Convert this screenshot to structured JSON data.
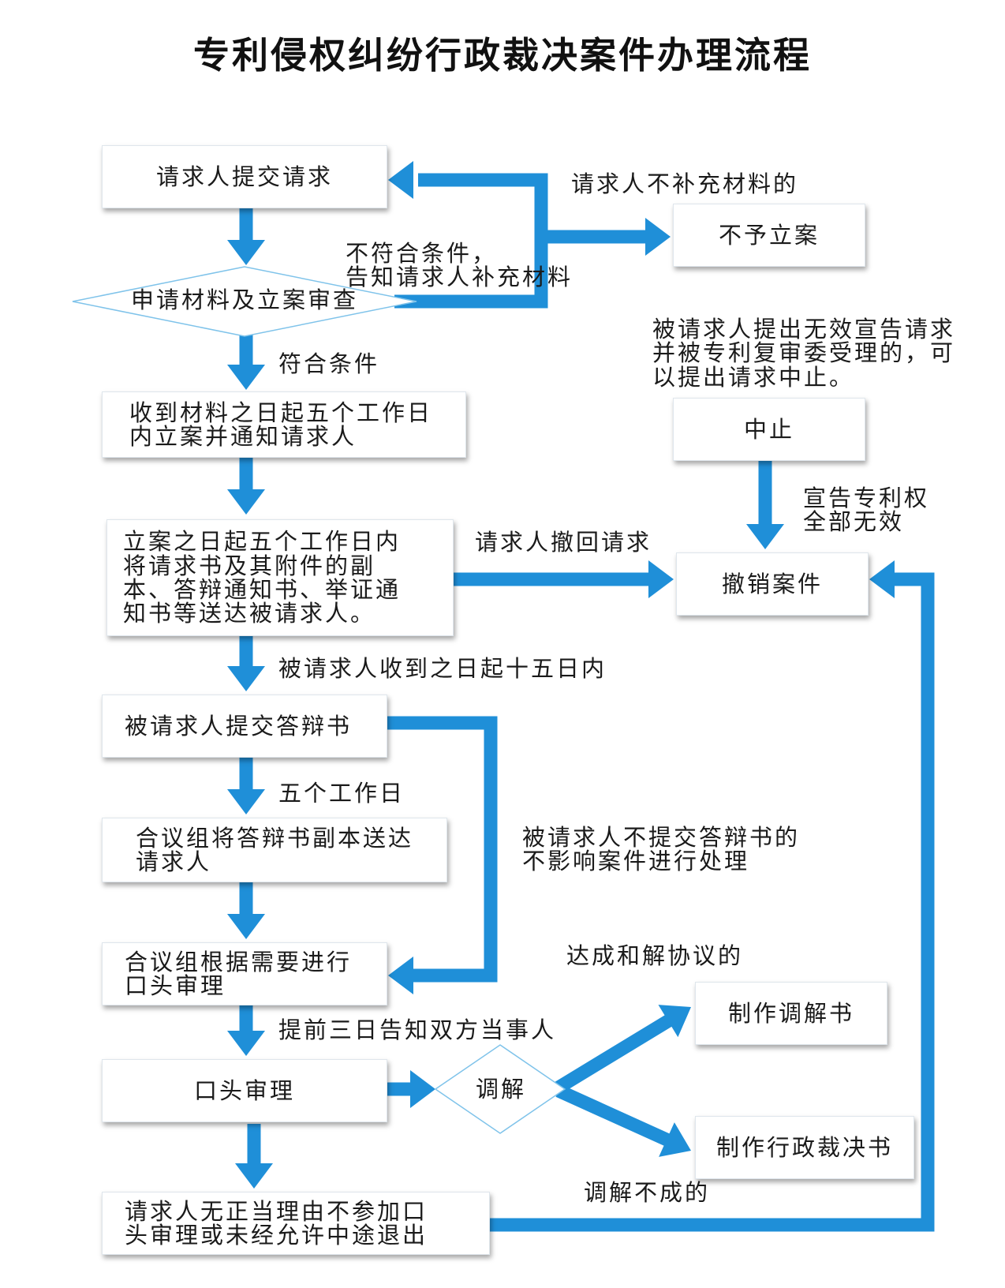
{
  "title": "专利侵权纠纷行政裁决案件办理流程",
  "colors": {
    "arrow": "#1f8fd8",
    "diamond_border": "#7fc3ea",
    "box_border": "#dfe6ec"
  },
  "nodes": {
    "submit_request": "请求人提交请求",
    "review": "申请材料及立案审查",
    "no_case": "不予立案",
    "file_case": "收到材料之日起五个工作日\n内立案并通知请求人",
    "deliver_docs": "立案之日起五个工作日内\n将请求书及其附件的副\n本、答辩通知书、举证通\n知书等送达被请求人。",
    "suspend": "中止",
    "withdraw_case": "撤销案件",
    "submit_defense": "被请求人提交答辩书",
    "forward_defense": "合议组将答辩书副本送达\n请求人",
    "oral_hearing_decide": "合议组根据需要进行\n口头审理",
    "oral_hearing": "口头审理",
    "mediation": "调解",
    "mediation_doc": "制作调解书",
    "decision_doc": "制作行政裁决书",
    "absent": "请求人无正当理由不参加口\n头审理或未经允许中途退出"
  },
  "labels": {
    "no_supplement": "请求人不补充材料的",
    "not_qualified": "不符合条件，\n告知请求人补充材料",
    "qualified": "符合条件",
    "invalidation": "被请求人提出无效宣告请求\n并被专利复审委受理的，可\n以提出请求中止。",
    "patent_invalid": "宣告专利权\n全部无效",
    "requester_withdraw": "请求人撤回请求",
    "fifteen_days": "被请求人收到之日起十五日内",
    "five_workdays": "五个工作日",
    "no_defense": "被请求人不提交答辩书的\n不影响案件进行处理",
    "settlement": "达成和解协议的",
    "three_days": "提前三日告知双方当事人",
    "mediation_failed": "调解不成的"
  }
}
